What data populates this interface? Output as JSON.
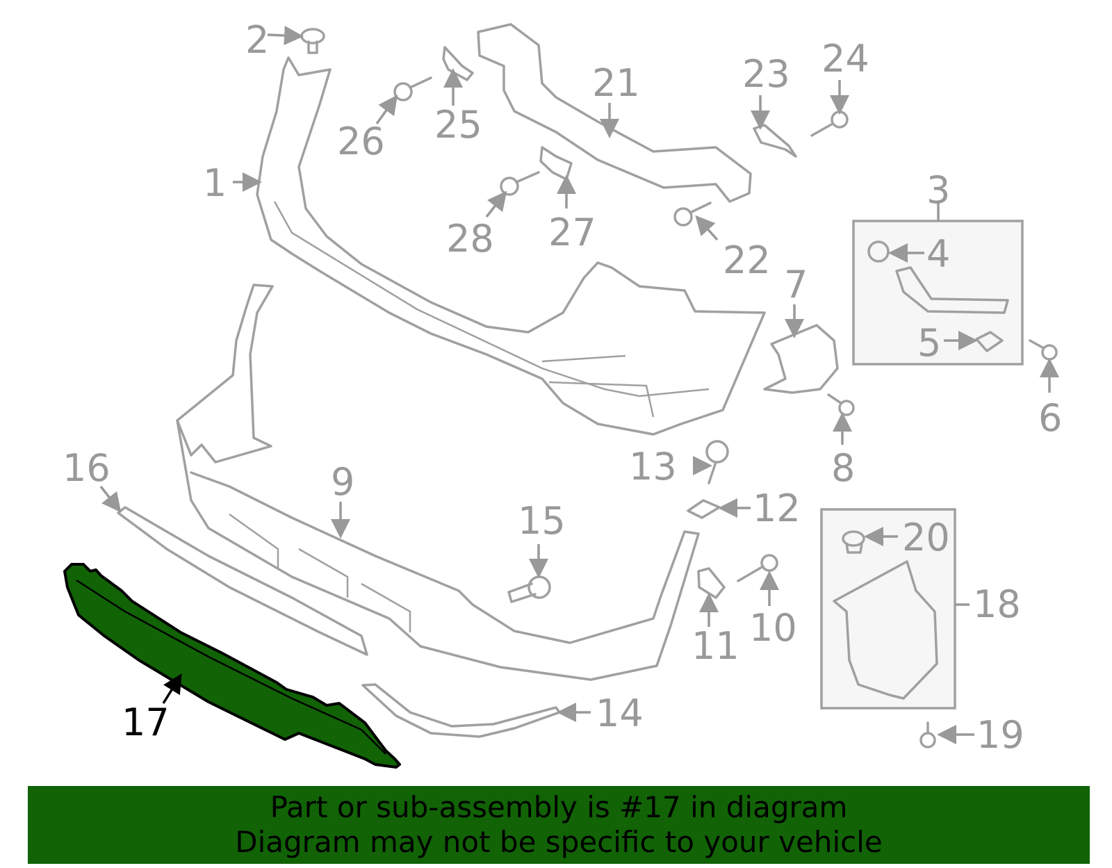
{
  "diagram": {
    "highlight_color": "#116306",
    "line_color": "#a0a0a0",
    "highlighted_part": "17",
    "labels": {
      "n1": "1",
      "n2": "2",
      "n3": "3",
      "n4": "4",
      "n5": "5",
      "n6": "6",
      "n7": "7",
      "n8": "8",
      "n9": "9",
      "n10": "10",
      "n11": "11",
      "n12": "12",
      "n13": "13",
      "n14": "14",
      "n15": "15",
      "n16": "16",
      "n17": "17",
      "n18": "18",
      "n19": "19",
      "n20": "20",
      "n21": "21",
      "n22": "22",
      "n23": "23",
      "n24": "24",
      "n25": "25",
      "n26": "26",
      "n27": "27",
      "n28": "28"
    }
  },
  "banner": {
    "line1": "Part or sub-assembly is #17 in diagram",
    "line2": "Diagram may not be specific to your vehicle"
  }
}
